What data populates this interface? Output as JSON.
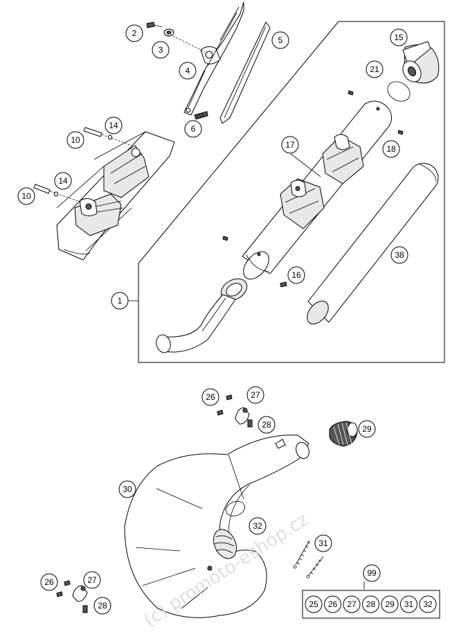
{
  "callouts": {
    "c1": "1",
    "c2": "2",
    "c3": "3",
    "c4": "4",
    "c5": "5",
    "c6": "6",
    "c10a": "10",
    "c10b": "10",
    "c14a": "14",
    "c14b": "14",
    "c15": "15",
    "c16": "16",
    "c17": "17",
    "c18": "18",
    "c21": "21",
    "c26a": "26",
    "c26b": "26",
    "c27a": "27",
    "c27b": "27",
    "c28a": "28",
    "c28b": "28",
    "c29": "29",
    "c30": "30",
    "c31": "31",
    "c32": "32",
    "c38": "38",
    "c99": "99"
  },
  "kit": {
    "items": [
      "25",
      "26",
      "27",
      "28",
      "29",
      "31",
      "32"
    ]
  },
  "watermark": "(c) promoto-eshop.cz"
}
